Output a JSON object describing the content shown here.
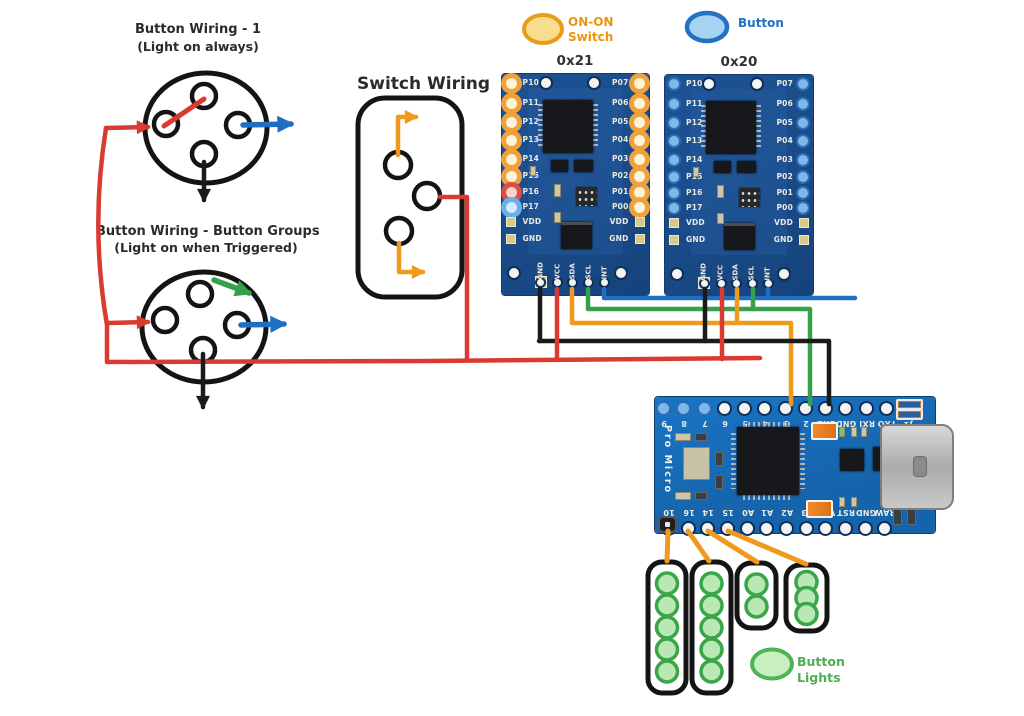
{
  "button_wiring_1": {
    "title": "Button Wiring - 1",
    "subtitle": "(Light on always)"
  },
  "button_wiring_groups": {
    "title": "Button Wiring - Button Groups",
    "subtitle": "(Light on when Triggered)"
  },
  "switch_wiring": {
    "title": "Switch Wiring"
  },
  "legend": {
    "on_on_switch": {
      "label_line1": "ON-ON",
      "label_line2": "Switch",
      "text_color": "#e8950f"
    },
    "button": {
      "label": "Button",
      "text_color": "#2272c3"
    },
    "button_lights": {
      "label_line1": "Button",
      "label_line2": "Lights",
      "text_color": "#4caf50"
    }
  },
  "expanders": {
    "left_pins": [
      "P10",
      "P11",
      "P12",
      "P13",
      "P14",
      "P15",
      "P16",
      "P17",
      "VDD",
      "GND"
    ],
    "right_pins": [
      "P07",
      "P06",
      "P05",
      "P04",
      "P03",
      "P02",
      "P01",
      "P00",
      "VDD",
      "GND"
    ],
    "bottom_pins": [
      "GND",
      "VCC",
      "SDA",
      "SCL",
      "INT"
    ],
    "boards": [
      {
        "address": "0x21",
        "left_ring_colors": [
          "orange",
          "orange",
          "orange",
          "orange",
          "orange",
          "orange",
          "red",
          "blue"
        ],
        "right_ring_colors": [
          "orange",
          "orange",
          "orange",
          "orange",
          "orange",
          "orange",
          "orange",
          "orange"
        ]
      },
      {
        "address": "0x20",
        "left_ring_colors": [],
        "right_ring_colors": []
      }
    ]
  },
  "pro_micro": {
    "name": "Pro Micro",
    "top_pins": [
      "9",
      "8",
      "7",
      "6",
      "5",
      "4",
      "3",
      "2",
      "GND",
      "GND",
      "RXI",
      "TXO"
    ],
    "j1_label": "J1",
    "bottom_pins": [
      "10",
      "16",
      "14",
      "15",
      "A0",
      "A1",
      "A2",
      "A3",
      "VCC",
      "RST",
      "GND",
      "RAW"
    ],
    "highlighted_top_pins": [
      "9",
      "8",
      "7"
    ],
    "connections": {
      "pin_3": "SDA (orange)",
      "pin_2": "SCL (green)",
      "gnd": "GND (black)",
      "pins_10_16_14_15": "button lights (orange)"
    }
  },
  "light_groups": {
    "counts": [
      5,
      5,
      2,
      3
    ]
  },
  "colors": {
    "wire_red": "#d93a32",
    "wire_black": "#1b1b1b",
    "wire_orange": "#f09a1d",
    "wire_green": "#35a14b",
    "wire_blue": "#1e6fc4",
    "ring_orange": "#f0a13a",
    "ring_red": "#e04b48",
    "ring_blue": "#67b1e8",
    "ring_fill_orange": "#fdf3d8",
    "ring_fill_red": "#f6d2d1",
    "ring_fill_blue": "#d4e9fa",
    "pcb_blue": "#1d4e8d",
    "pro_micro_blue": "#1767b3",
    "light_fill": "#b9e8b4",
    "light_stroke": "#3aa648",
    "legend_switch_fill": "#f8dd8e",
    "legend_switch_stroke": "#e89c1c",
    "legend_button_fill": "#a6d3f2",
    "legend_button_stroke": "#2272c3",
    "legend_lights_fill": "#c8efc0",
    "legend_lights_stroke": "#52b356"
  }
}
